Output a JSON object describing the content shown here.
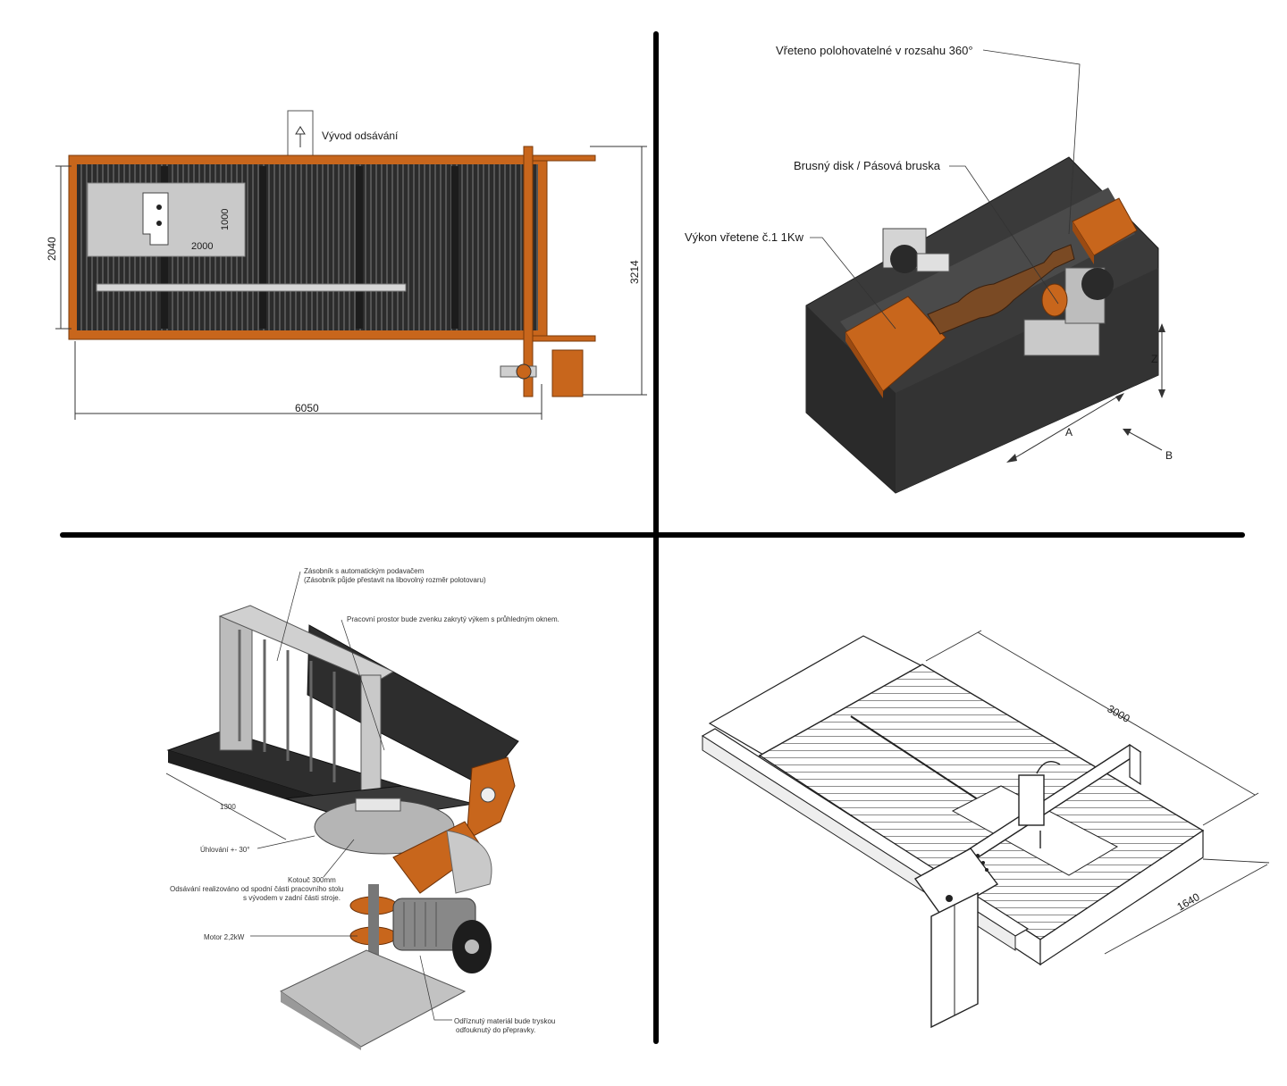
{
  "panels": {
    "top_left": {
      "exhaust_label": "Vývod odsávání",
      "dim_2040": "2040",
      "dim_1000": "1000",
      "dim_2000": "2000",
      "dim_3214": "3214",
      "dim_6050": "6050"
    },
    "top_right": {
      "spindle_positionable": "Vřeteno polohovatelné v rozsahu 360°",
      "grinding_disc": "Brusný disk /  Pásová bruska",
      "spindle_power": "Výkon vřetene č.1 1Kw",
      "axis_z": "Z",
      "axis_a": "A",
      "axis_b": "B"
    },
    "bottom_left": {
      "magazine_line1": "Zásobník s automatickým podavačem",
      "magazine_line2": "(Zásobník půjde přestavit na libovolný rozměr polotovaru)",
      "workspace": "Pracovní prostor bude zvenku zakrytý výkem s průhledným oknem.",
      "dim_1300": "1300",
      "angle": "Úhlování +- 30°",
      "blade": "Kotouč 300mm",
      "extraction_line1": "Odsávání realizováno od spodní části pracovního stolu",
      "extraction_line2": "s vývodem v zadní části stroje.",
      "motor": "Motor 2,2kW",
      "waste_line1": "Odříznutý materiál bude tryskou",
      "waste_line2": "odfouknutý do přepravky."
    },
    "bottom_right": {
      "dim_3000": "3000",
      "dim_1640": "1640"
    }
  },
  "colors": {
    "orange": "#c8661c",
    "orange_dark": "#9a4a12",
    "dark_gray": "#3a3a3a",
    "steel": "#b9b9b9",
    "divider": "#000000"
  }
}
